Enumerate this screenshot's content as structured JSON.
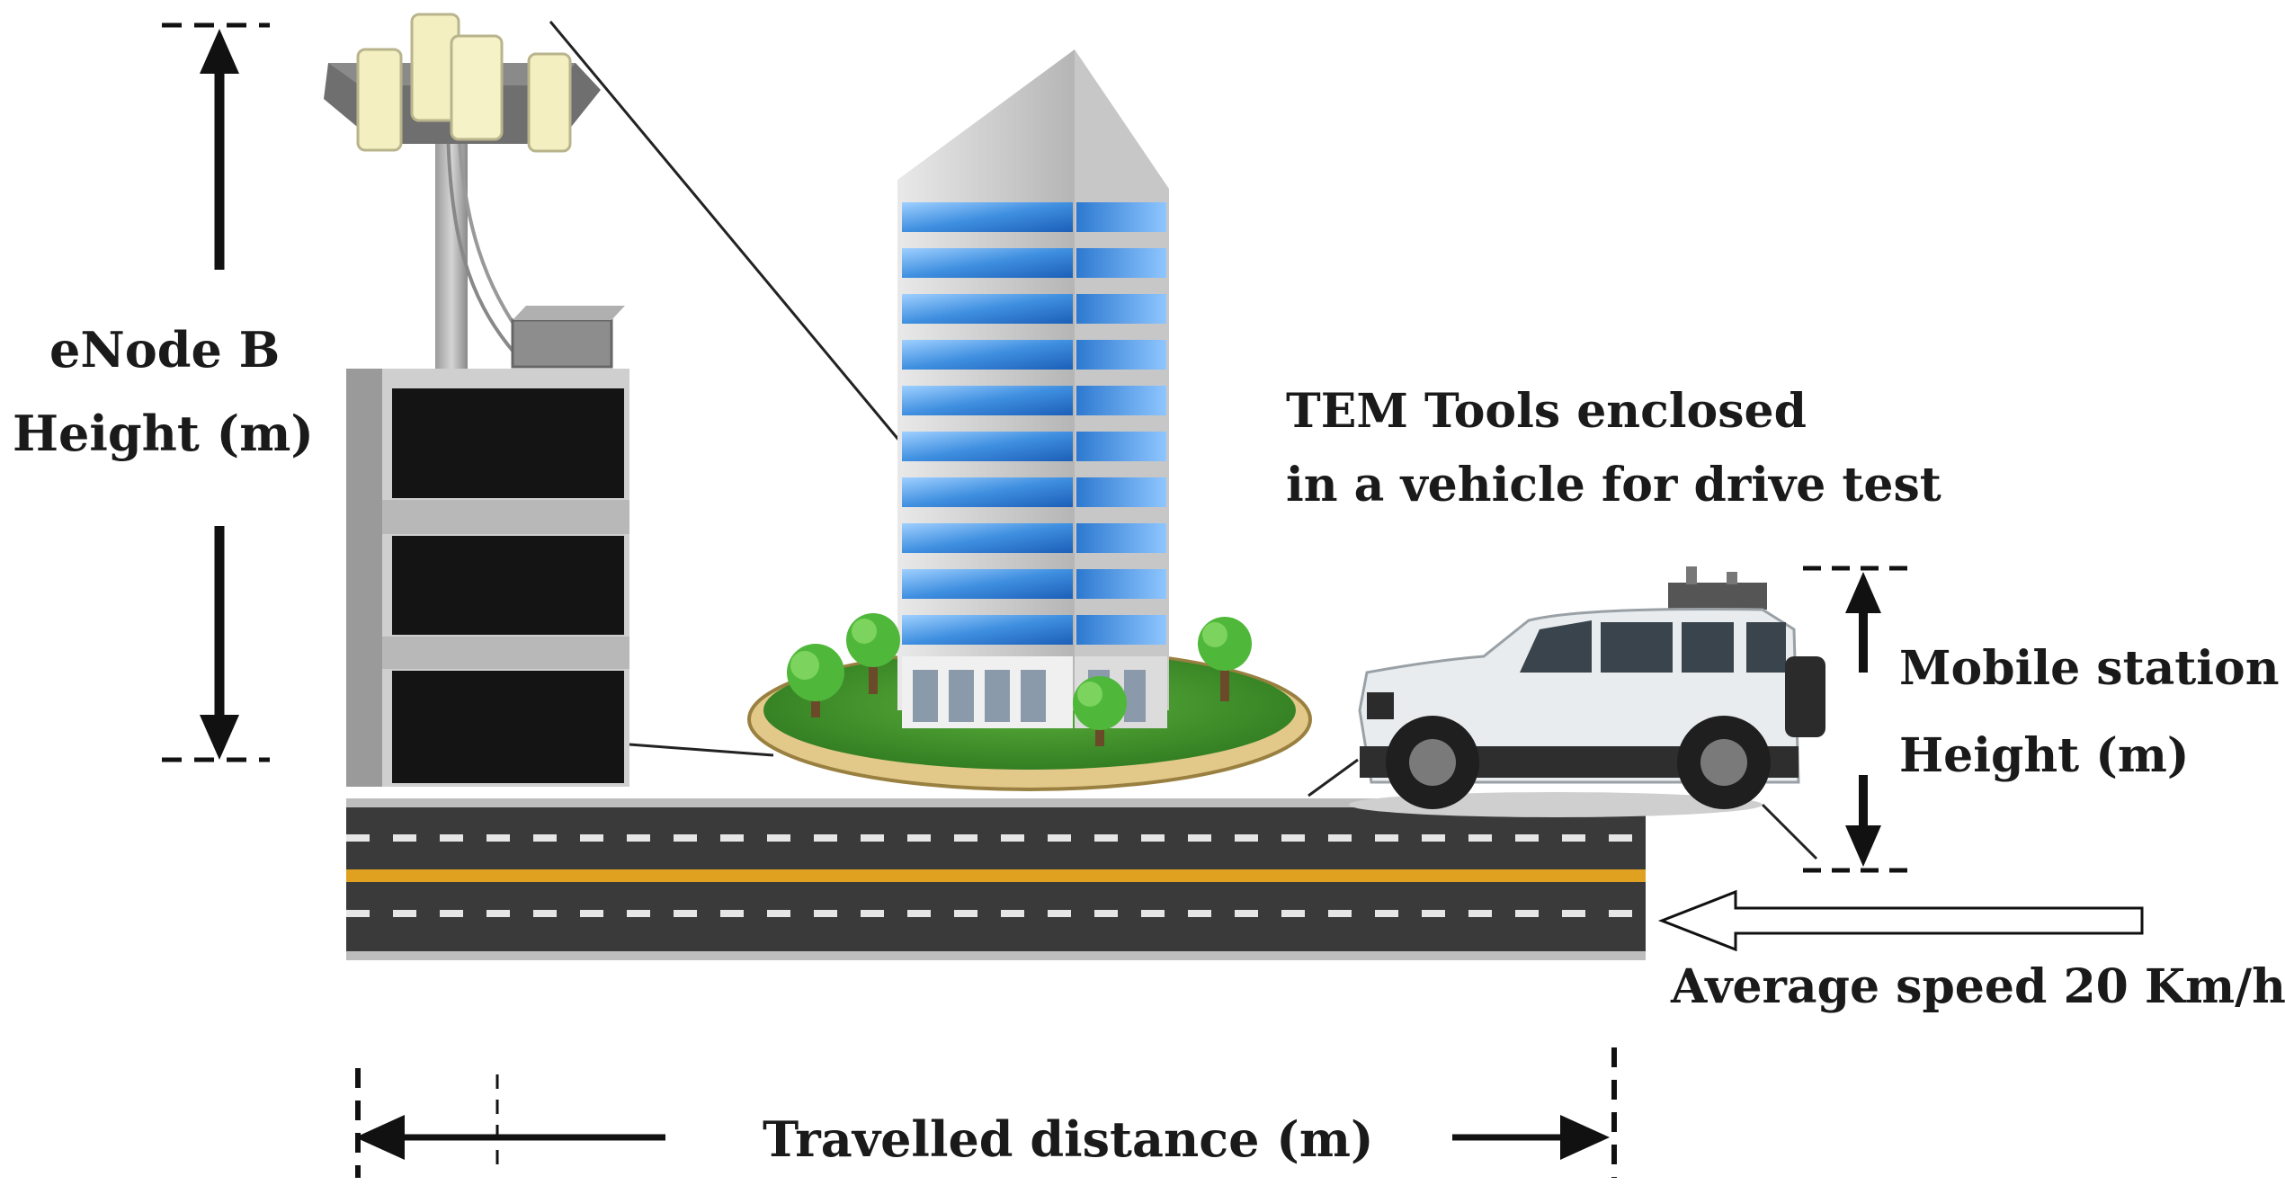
{
  "labels": {
    "enodeb_line1": "eNode B",
    "enodeb_line2": "Height (m)",
    "tem_line1": "TEM Tools enclosed",
    "tem_line2": "in a vehicle  for drive test",
    "mobile_line1": "Mobile station",
    "mobile_line2": "Height (m)",
    "speed": "Average speed 20 Km/h",
    "distance": "Travelled distance (m)"
  },
  "colors": {
    "road": "#3a3a3a",
    "road_centerline": "#e0a020",
    "glass": "#3f8fe0",
    "grass": "#4a9a30",
    "tree": "#4fb83a",
    "car_body": "#e8ecef",
    "antenna_panel": "#f3efc0"
  },
  "icons": {
    "tower": "cell-tower-icon",
    "building": "office-building-icon",
    "vehicle": "suv-icon",
    "road": "road-icon"
  }
}
